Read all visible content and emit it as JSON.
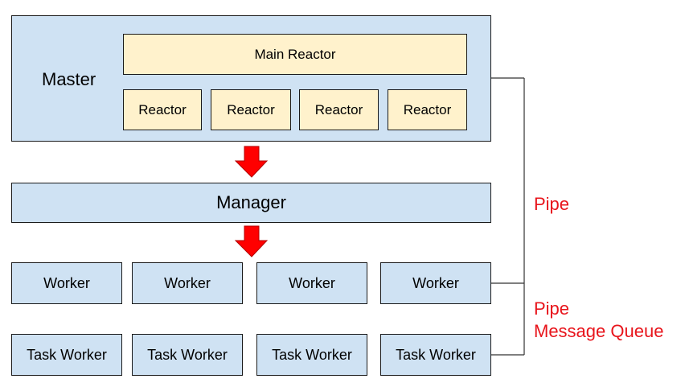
{
  "master": {
    "label": "Master",
    "main_reactor": "Main Reactor",
    "reactors": [
      "Reactor",
      "Reactor",
      "Reactor",
      "Reactor"
    ]
  },
  "manager": {
    "label": "Manager"
  },
  "workers": [
    "Worker",
    "Worker",
    "Worker",
    "Worker"
  ],
  "task_workers": [
    "Task Worker",
    "Task Worker",
    "Task Worker",
    "Task Worker"
  ],
  "connections": {
    "pipe_label": "Pipe",
    "pipe_mq_label_1": "Pipe",
    "pipe_mq_label_2": "Message Queue"
  },
  "colors": {
    "box_blue": "#cfe2f3",
    "box_yellow": "#fff2cc",
    "arrow_red": "#ff0000",
    "label_red": "#e8141b"
  }
}
